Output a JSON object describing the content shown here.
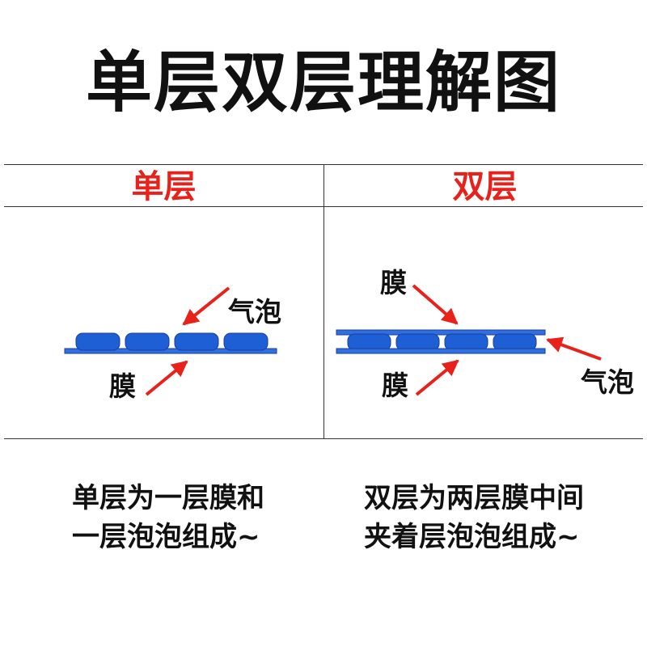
{
  "title": "单层双层理解图",
  "colors": {
    "accent_red": "#e8221b",
    "bubble_blue": "#1f5fd6",
    "film_blue": "#2f6fe0",
    "arrow_red": "#e8221b"
  },
  "columns": [
    {
      "header": "单层",
      "labels": {
        "bubble": "气泡",
        "film": "膜"
      }
    },
    {
      "header": "双层",
      "labels": {
        "film_top": "膜",
        "film_bottom": "膜",
        "bubble": "气泡"
      }
    }
  ],
  "descriptions": [
    {
      "line1": "单层为一层膜和",
      "line2": "一层泡泡组成~"
    },
    {
      "line1": "双层为两层膜中间",
      "line2": "夹着层泡泡组成~"
    }
  ]
}
